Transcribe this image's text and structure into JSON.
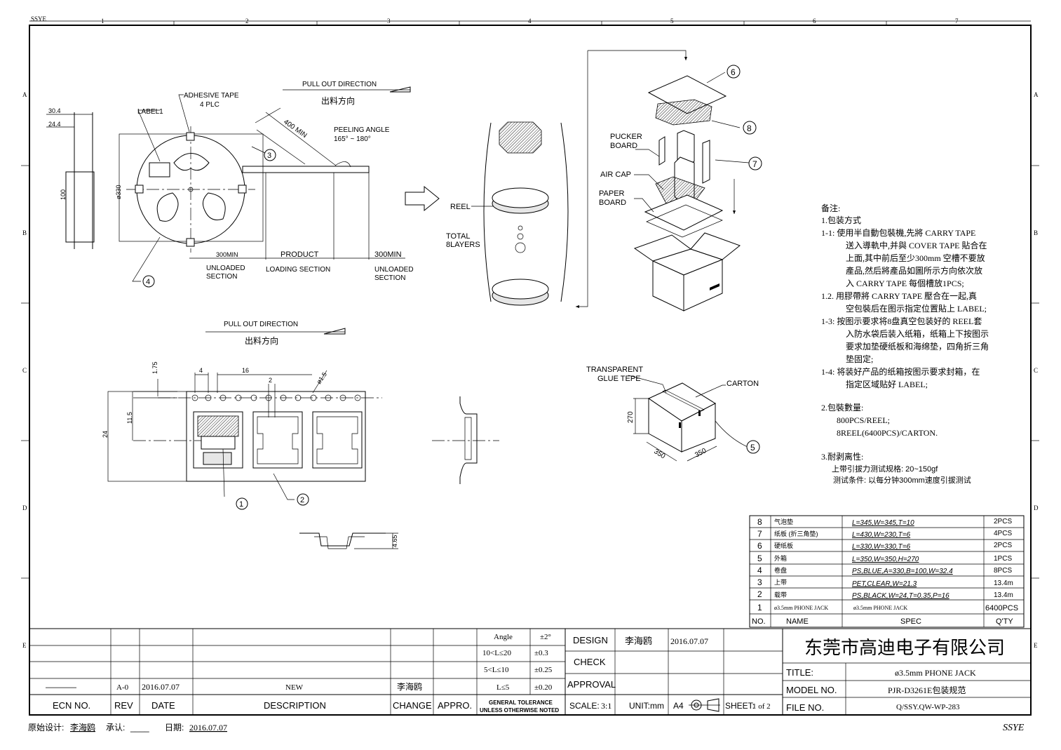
{
  "sheet": {
    "zones_top": [
      "1",
      "2",
      "3",
      "4",
      "5",
      "6",
      "7"
    ],
    "zones_side": [
      "A",
      "B",
      "C",
      "D",
      "E"
    ],
    "corner_tl": "SSYE",
    "corner_br": "SSYE"
  },
  "reel_view": {
    "adhesive_tape": "ADHESIVE TAPE",
    "adhesive_qty": "4 PLC",
    "label1": "LABEL1",
    "pull_out": "PULL OUT DIRECTION",
    "pull_out_cn": "出料方向",
    "min_400": "400 MIN",
    "peeling_angle": "PEELING ANGLE",
    "peeling_range": "165° ~ 180°",
    "dim_30_4": "30.4",
    "dim_24_4": "24.4",
    "dim_100": "100",
    "dim_330": "ø330",
    "sec_300min_l": "300MIN",
    "sec_product": "PRODUCT",
    "sec_300min_r": "300MIN",
    "sec_unloaded_l1": "UNLOADED",
    "sec_unloaded_l2": "SECTION",
    "sec_loading": "LOADING SECTION",
    "sec_unloaded_r1": "UNLOADED",
    "sec_unloaded_r2": "SECTION",
    "balloon_3": "3",
    "balloon_4": "4"
  },
  "stack_view": {
    "reel": "REEL",
    "total": "TOTAL",
    "layers": "8LAYERS"
  },
  "carton_view": {
    "pucker1": "PUCKER",
    "pucker2": "BOARD",
    "air_cap": "AIR CAP",
    "paper1": "PAPER",
    "paper2": "BOARD",
    "balloon_6": "6",
    "balloon_8": "8",
    "balloon_7": "7"
  },
  "tape_view": {
    "pull_out": "PULL OUT DIRECTION",
    "pull_out_cn": "出料方向",
    "dim_1_75": "1.75",
    "dim_4": "4",
    "dim_16": "16",
    "dim_2": "2",
    "dim_phi": "ø1.5",
    "dim_11_5": "11.5",
    "dim_24": "24",
    "dim_4_65": "4.65",
    "balloon_1": "1",
    "balloon_2": "2"
  },
  "box_view": {
    "transparent1": "TRANSPARENT",
    "transparent2": "GLUE TEPE",
    "carton": "CARTON",
    "dim_270": "270",
    "dim_350a": "350",
    "dim_350b": "350",
    "balloon_5": "5"
  },
  "notes": {
    "heading": "备注:",
    "pack_title": "1.包装方式",
    "n1_1_a": "1-1: 使用半自動包裝機,先將 CARRY TAPE",
    "n1_1_b": "送入導軌中,并與 COVER TAPE 貼合在",
    "n1_1_c": "上面,其中前后至少300mm 空槽不要放",
    "n1_1_d": "產品,然后將產品如圖所示方向依次放",
    "n1_1_e": "入 CARRY TAPE 每個槽放1PCS;",
    "n1_2_a": "1.2. 用膠帶將 CARRY TAPE 壓合在一起,真",
    "n1_2_b": "空包裝后在图示指定位置貼上 LABEL;",
    "n1_3_a": "1-3: 按图示要求将8盘真空包装好的 REEL套",
    "n1_3_b": "入防水袋后装入纸箱，纸箱上下按图示",
    "n1_3_c": "要求加垫硬纸板和海绵垫，四角折三角",
    "n1_3_d": "垫固定;",
    "n1_4_a": "1-4: 将装好产品的纸箱按图示要求封箱，在",
    "n1_4_b": "指定区域贴好 LABEL;",
    "qty_title": "2.包裝數量:",
    "qty_1": "800PCS/REEL;",
    "qty_2": "8REEL(6400PCS)/CARTON.",
    "peel_title": "3.耐剥离性:",
    "peel_1": "上带引拔力测试规格: 20~150gf",
    "peel_2": "测试条件: 以每分钟300mm速度引拔测试"
  },
  "bom": {
    "headers": {
      "no": "NO.",
      "name": "NAME",
      "spec": "SPEC",
      "qty": "Q'TY"
    },
    "rows": [
      {
        "no": "8",
        "name": "气泡垫",
        "spec": "L=345,W=345,T=10",
        "qty": "2PCS"
      },
      {
        "no": "7",
        "name": "纸板 (折三角垫)",
        "spec": "L=430,W=230,T=6",
        "qty": "4PCS"
      },
      {
        "no": "6",
        "name": "硬纸板",
        "spec": "L=330,W=330,T=6",
        "qty": "2PCS"
      },
      {
        "no": "5",
        "name": "外箱",
        "spec": "L=350,W=350,H=270",
        "qty": "1PCS"
      },
      {
        "no": "4",
        "name": "卷盘",
        "spec": "PS,BLUE,A=330,B=100,W=32.4",
        "qty": "8PCS"
      },
      {
        "no": "3",
        "name": "上带",
        "spec": "PET,CLEAR,W=21.3",
        "qty": "13.4m"
      },
      {
        "no": "2",
        "name": "载带",
        "spec": "PS,BLACK,W=24,T=0.35,P=16",
        "qty": "13.4m"
      },
      {
        "no": "1",
        "name": "ø3.5mm PHONE JACK",
        "spec": "ø3.5mm PHONE JACK",
        "qty": "6400PCS"
      }
    ]
  },
  "revision": {
    "row": {
      "ecn": "————",
      "rev": "A-0",
      "date": "2016.07.07",
      "desc": "NEW",
      "change": "李海鸥",
      "appro": ""
    },
    "headers": {
      "ecn": "ECN NO.",
      "rev": "REV",
      "date": "DATE",
      "desc": "DESCRIPTION",
      "change": "CHANGE",
      "appro": "APPRO."
    }
  },
  "tolerance": {
    "rows": [
      {
        "k": "Angle",
        "v": "±2°"
      },
      {
        "k": "10<L≤20",
        "v": "±0.3"
      },
      {
        "k": "5<L≤10",
        "v": "±0.25"
      },
      {
        "k": "L≤5",
        "v": "±0.20"
      }
    ],
    "general1": "GENERAL TOLERANCE",
    "general2": "UNLESS OTHERWISE NOTED"
  },
  "approval": {
    "design_label": "DESIGN",
    "design_name": "李海鸥",
    "design_date": "2016.07.07",
    "check_label": "CHECK",
    "approval_label": "APPROVAL"
  },
  "title_block": {
    "company": "东莞市高迪电子有限公司",
    "title_label": "TITLE:",
    "title_value": "ø3.5mm PHONE JACK",
    "model_label": "MODEL NO.",
    "model_value": "PJR-D3261E包装规范",
    "file_label": "FILE NO.",
    "file_value": "Q/SSY.QW-WP-283",
    "scale_label": "SCALE:",
    "scale_value": "3:1",
    "unit": "UNIT:mm",
    "paper": "A4",
    "sheet_label": "SHEET:",
    "sheet_value": "1 of 2"
  },
  "footer": {
    "designer_label": "原始设计:",
    "designer": "李海鸥",
    "approve_label": "承认:",
    "approve_blank": "____",
    "date_label": "日期:",
    "date_value": "2016.07.07"
  }
}
